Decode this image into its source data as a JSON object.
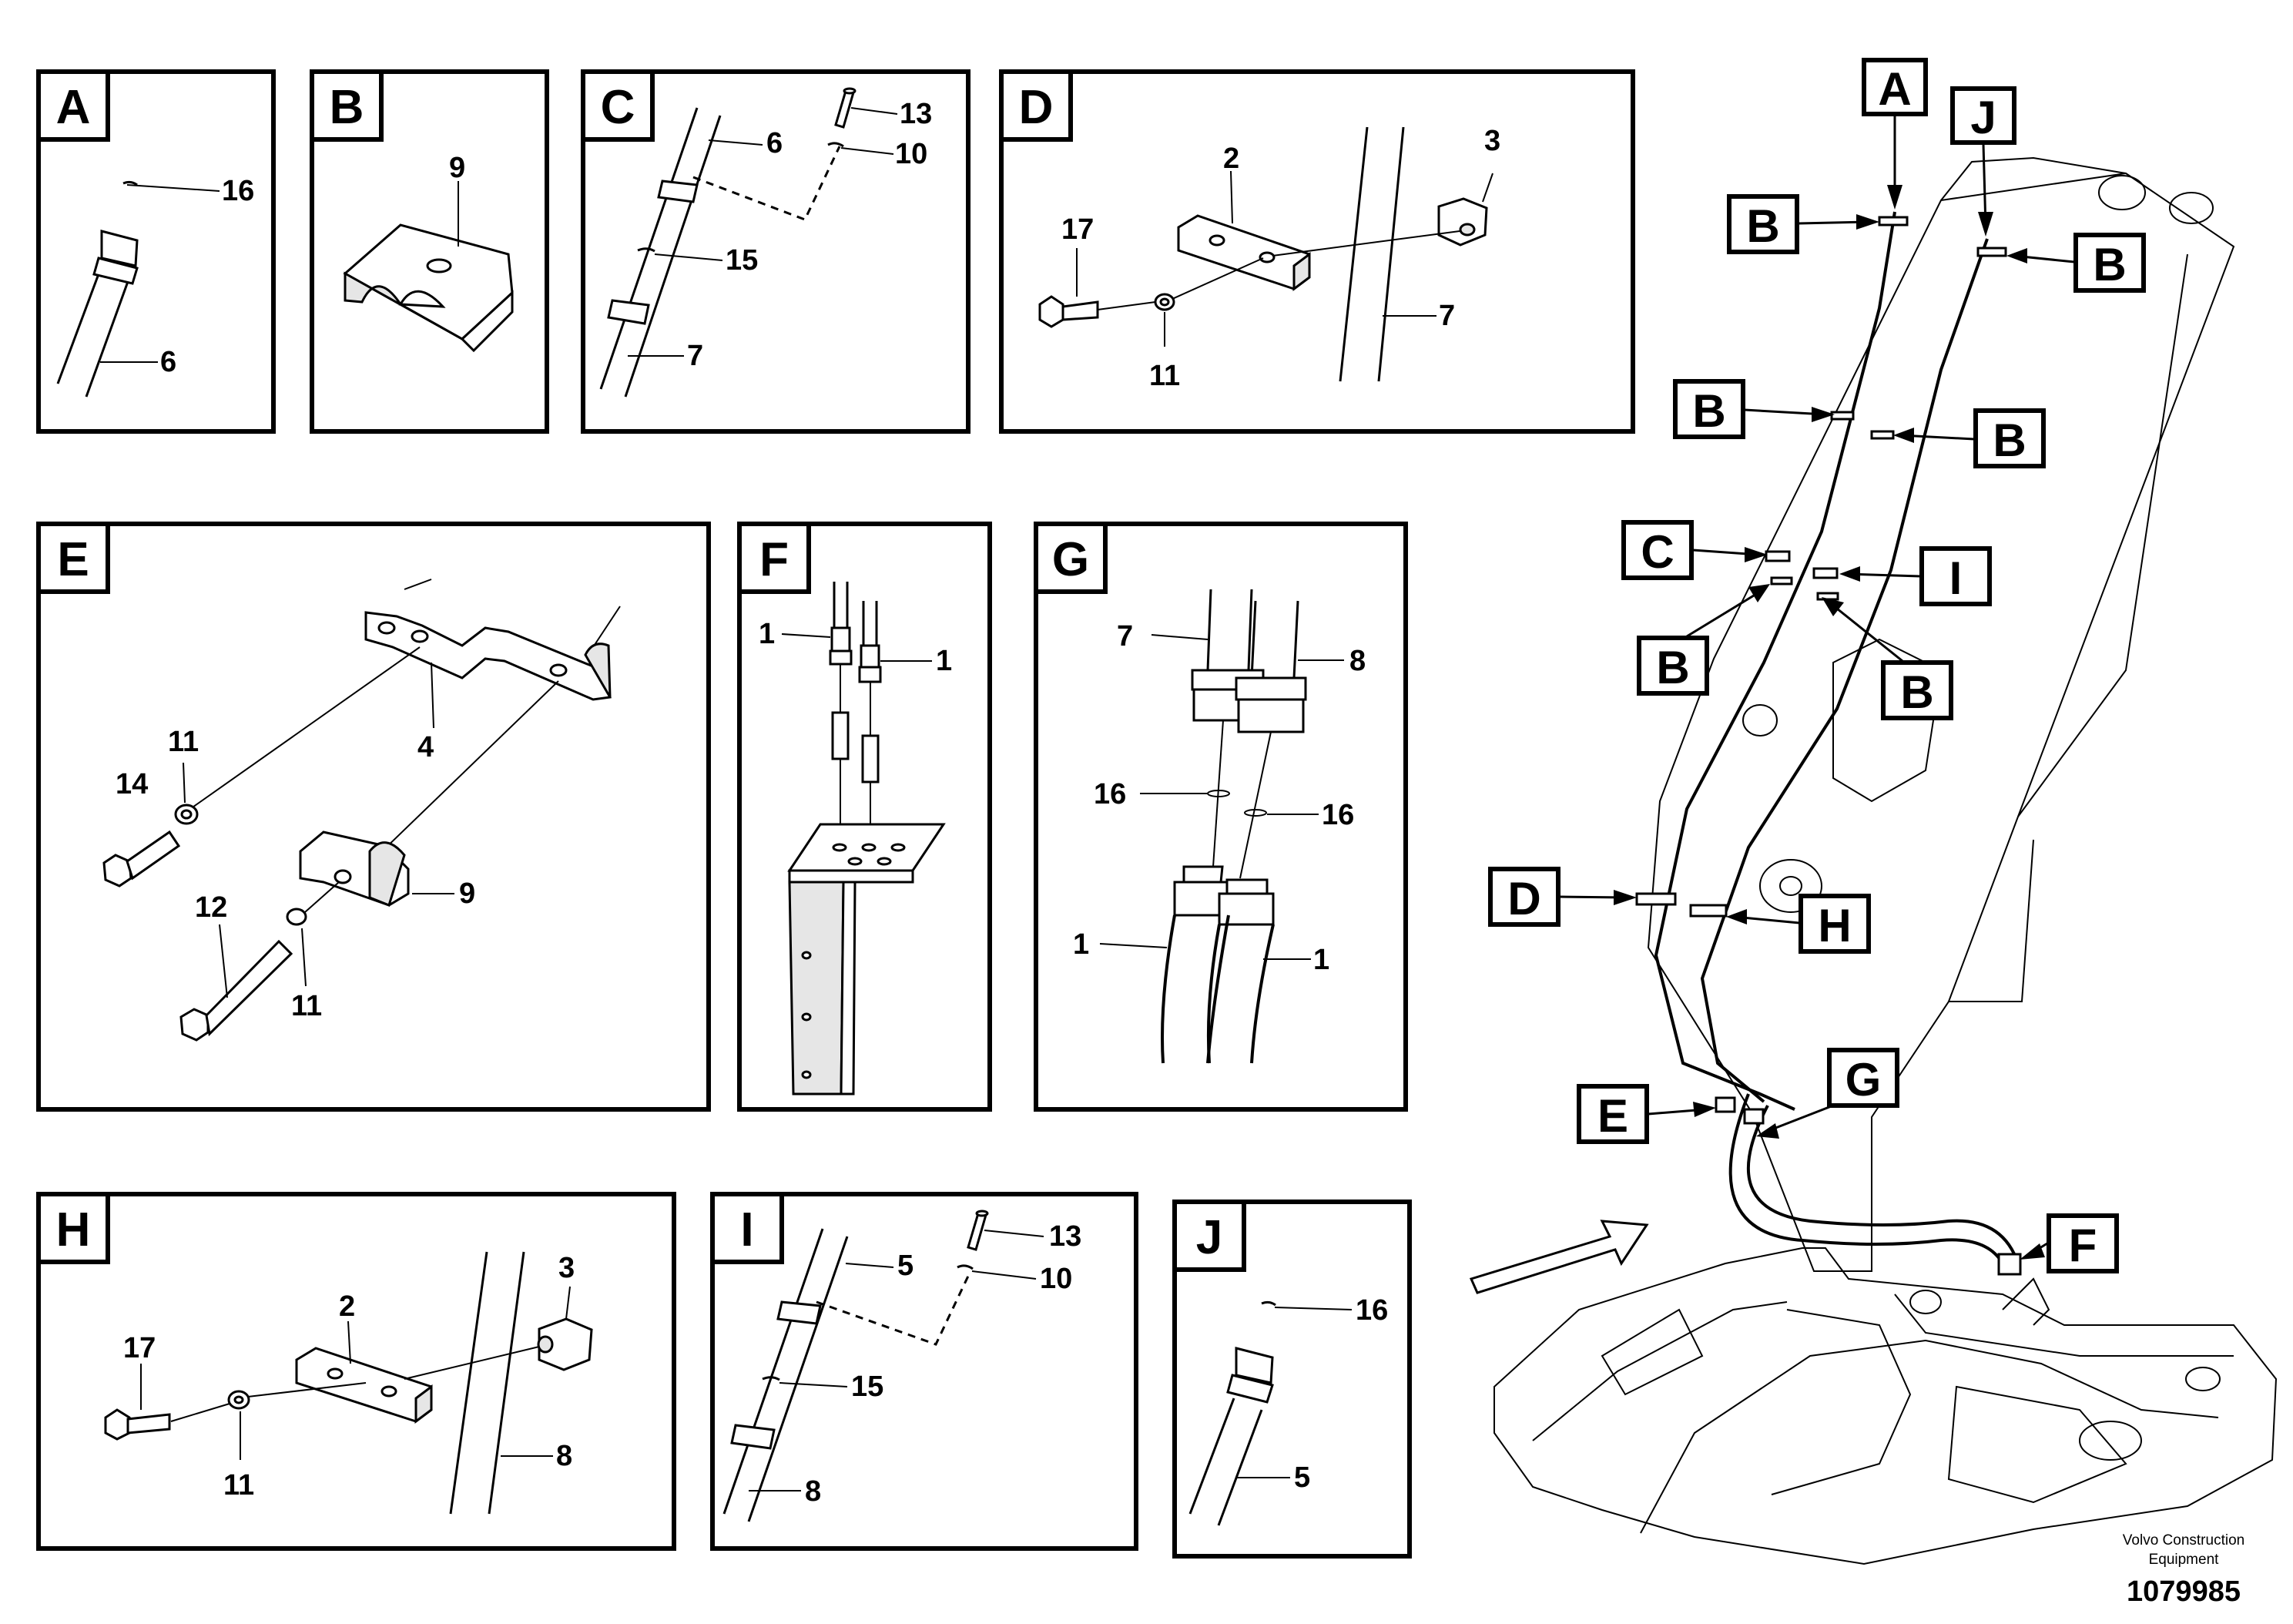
{
  "panels": {
    "A": {
      "tag": "A",
      "labels": [
        "16",
        "6"
      ]
    },
    "B": {
      "tag": "B",
      "labels": [
        "9"
      ]
    },
    "C": {
      "tag": "C",
      "labels": [
        "13",
        "6",
        "10",
        "15",
        "7"
      ]
    },
    "D": {
      "tag": "D",
      "labels": [
        "2",
        "3",
        "17",
        "7",
        "11"
      ]
    },
    "E": {
      "tag": "E",
      "labels": [
        "11",
        "4",
        "14",
        "9",
        "12",
        "11"
      ]
    },
    "F": {
      "tag": "F",
      "labels": [
        "1",
        "1"
      ]
    },
    "G": {
      "tag": "G",
      "labels": [
        "7",
        "8",
        "16",
        "16",
        "1",
        "1"
      ]
    },
    "H": {
      "tag": "H",
      "labels": [
        "3",
        "2",
        "17",
        "11",
        "8"
      ]
    },
    "I": {
      "tag": "I",
      "labels": [
        "13",
        "5",
        "10",
        "15",
        "8"
      ]
    },
    "J": {
      "tag": "J",
      "labels": [
        "16",
        "5"
      ]
    }
  },
  "overview": {
    "callouts": [
      "A",
      "J",
      "B",
      "B",
      "B",
      "B",
      "C",
      "I",
      "B",
      "B",
      "D",
      "H",
      "G",
      "E",
      "F"
    ]
  },
  "credit": {
    "line1": "Volvo Construction",
    "line2": "Equipment",
    "doc_number": "1079985"
  }
}
